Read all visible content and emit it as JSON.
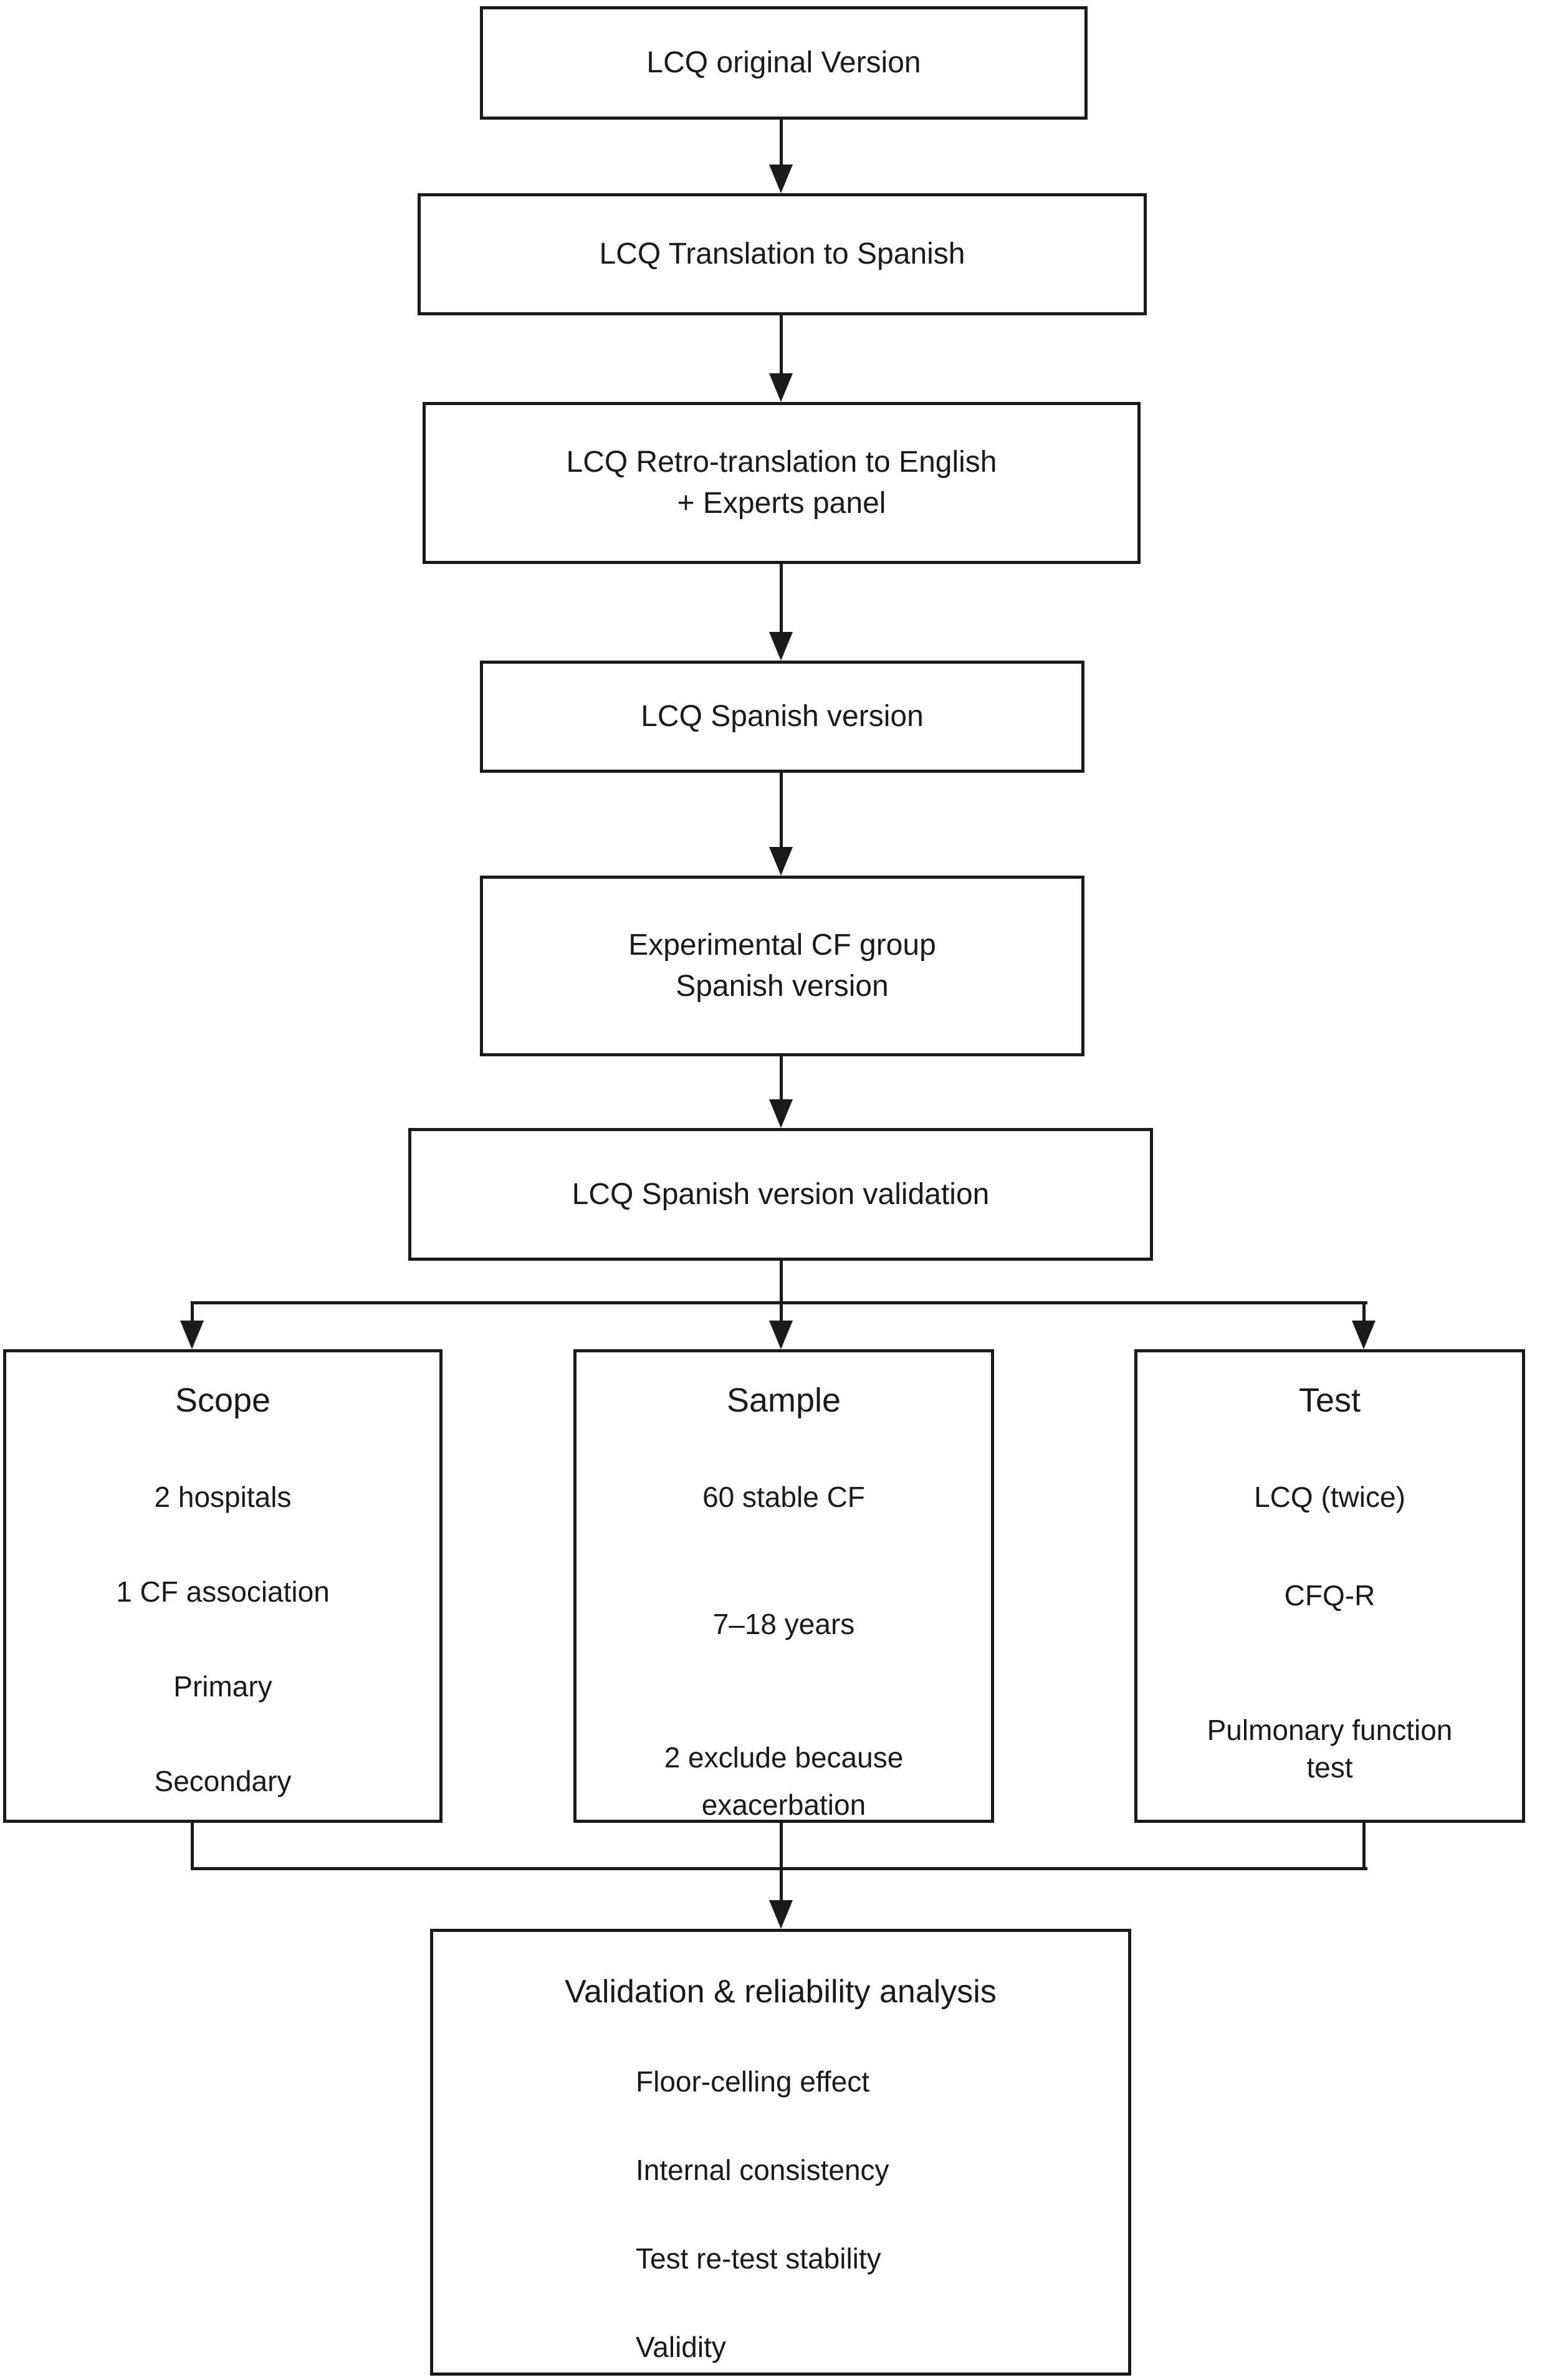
{
  "colors": {
    "background": "#ffffff",
    "line": "#1a1a1a",
    "text": "#1a1a1a"
  },
  "flow": {
    "step1": "LCQ original Version",
    "step2": "LCQ Translation to Spanish",
    "step3_line1": "LCQ Retro-translation to English",
    "step3_line2": "+ Experts panel",
    "step4": "LCQ Spanish version",
    "step5_line1": "Experimental CF group",
    "step5_line2": "Spanish version",
    "step6": "LCQ Spanish version validation"
  },
  "branches": {
    "scope": {
      "title": "Scope",
      "items": [
        "2 hospitals",
        "1 CF association",
        "Primary",
        "Secondary"
      ]
    },
    "sample": {
      "title": "Sample",
      "items": [
        "60 stable CF",
        "7–18 years"
      ],
      "multiline_item": [
        "2 exclude because",
        "exacerbation"
      ]
    },
    "test": {
      "title": "Test",
      "items": [
        "LCQ (twice)",
        "CFQ-R"
      ],
      "multiline_item": [
        "Pulmonary function",
        "test"
      ]
    }
  },
  "result": {
    "title": "Validation & reliability analysis",
    "items": [
      "Floor-celling effect",
      "Internal consistency",
      "Test re-test stability",
      "Validity"
    ]
  }
}
